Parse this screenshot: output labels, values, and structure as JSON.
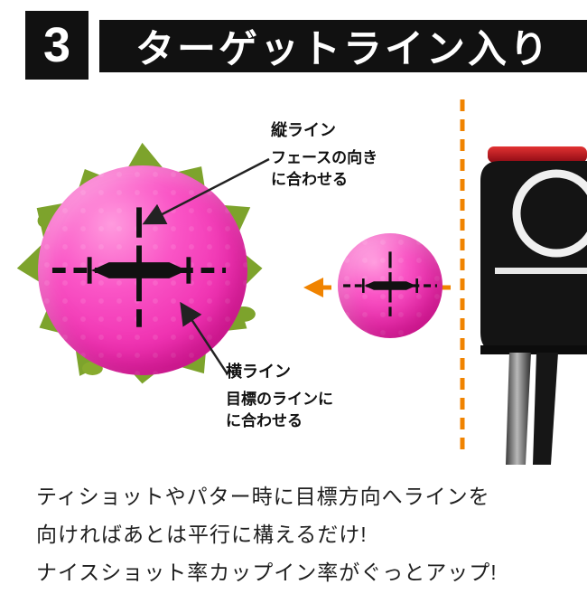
{
  "header": {
    "number": "3",
    "title": "ターゲットライン入り"
  },
  "diagram": {
    "vertical_callout": {
      "title": "縦ライン",
      "desc1": "フェースの向き",
      "desc2": "に合わせる"
    },
    "horizontal_callout": {
      "title": "横ライン",
      "desc1": "目標のラインに",
      "desc2": "に合わせる"
    }
  },
  "caption": {
    "line1": "ティショットやパター時に目標方向へラインを",
    "line2": "向ければあとは平行に構えるだけ!",
    "line3": "ナイスショット率カップイン率がぐっとアップ!"
  },
  "icons": {
    "marking": "target-line-marking",
    "grass": "grass-splatter",
    "arrow": "alignment-arrow",
    "guide": "vertical-guide-line",
    "leader": "callout-leader-arrow",
    "putter": "putter-photo"
  },
  "colors": {
    "banner_black": "#111111",
    "ball_pink": "#f032b2",
    "grass_green": "#7da32c",
    "accent_orange": "#f08300",
    "text_dark": "#1f1f1f"
  }
}
